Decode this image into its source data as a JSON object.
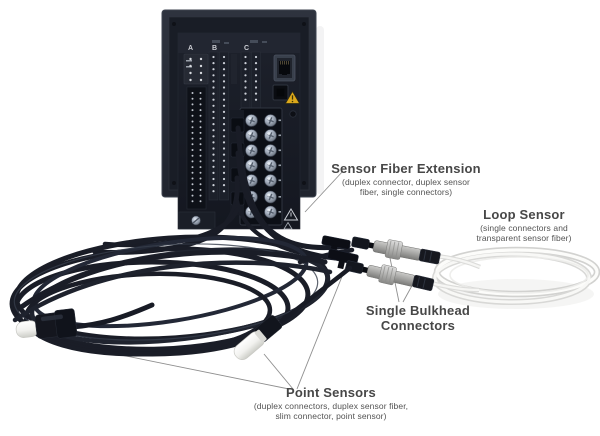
{
  "figure": {
    "description": "Rear view of a panel-mounted fiber-optic temperature monitor with attached sensor cables",
    "device": {
      "column_labels": [
        "A",
        "B",
        "C"
      ]
    },
    "annotations": {
      "sensor_fiber_extension": {
        "title": "Sensor Fiber Extension",
        "subtitle_line1": "(duplex connector, duplex sensor",
        "subtitle_line2": "fiber, single connectors)"
      },
      "loop_sensor": {
        "title": "Loop Sensor",
        "subtitle_line1": "(single connectors and",
        "subtitle_line2": "transparent sensor fiber)"
      },
      "single_bulkhead_connectors": {
        "title_line1": "Single Bulkhead",
        "title_line2": "Connectors"
      },
      "point_sensors": {
        "title": "Point Sensors",
        "subtitle_line1": "(duplex connectors, duplex sensor fiber,",
        "subtitle_line2": "slim connector, point sensor)"
      }
    },
    "colors": {
      "background": "#ffffff",
      "label_text": "#474747",
      "callout_line": "#8f8f8f",
      "device_body": "#161922",
      "cable_black": "#191c26",
      "warning_triangle": "#dca81c",
      "bulkhead_gray": "#a3a3a1",
      "sensor_white": "#f2f2ef",
      "loop_fiber_white": "#fafaf8"
    }
  }
}
